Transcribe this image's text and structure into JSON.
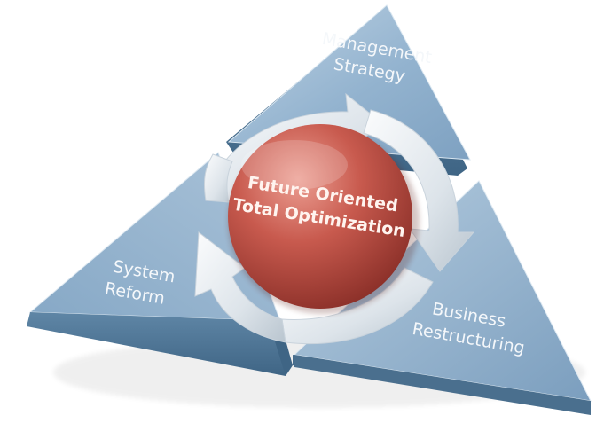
{
  "diagram": {
    "center": {
      "line1": "Future Oriented",
      "line2": "Total Optimization"
    },
    "segments": [
      {
        "line1": "Management",
        "line2": "Strategy"
      },
      {
        "line1": "Business",
        "line2": "Restructuring"
      },
      {
        "line1": "System",
        "line2": "Reform"
      }
    ]
  },
  "colors": {
    "panel_top": "#a7c1d7",
    "panel_mid": "#7fa3c2",
    "panel_edge": "#4d7493",
    "sphere_light": "#e0877a",
    "sphere_mid": "#c0554a",
    "sphere_dark": "#8a2f28",
    "arrow_light": "#f4f6f8",
    "arrow_dark": "#bfc9d2"
  }
}
